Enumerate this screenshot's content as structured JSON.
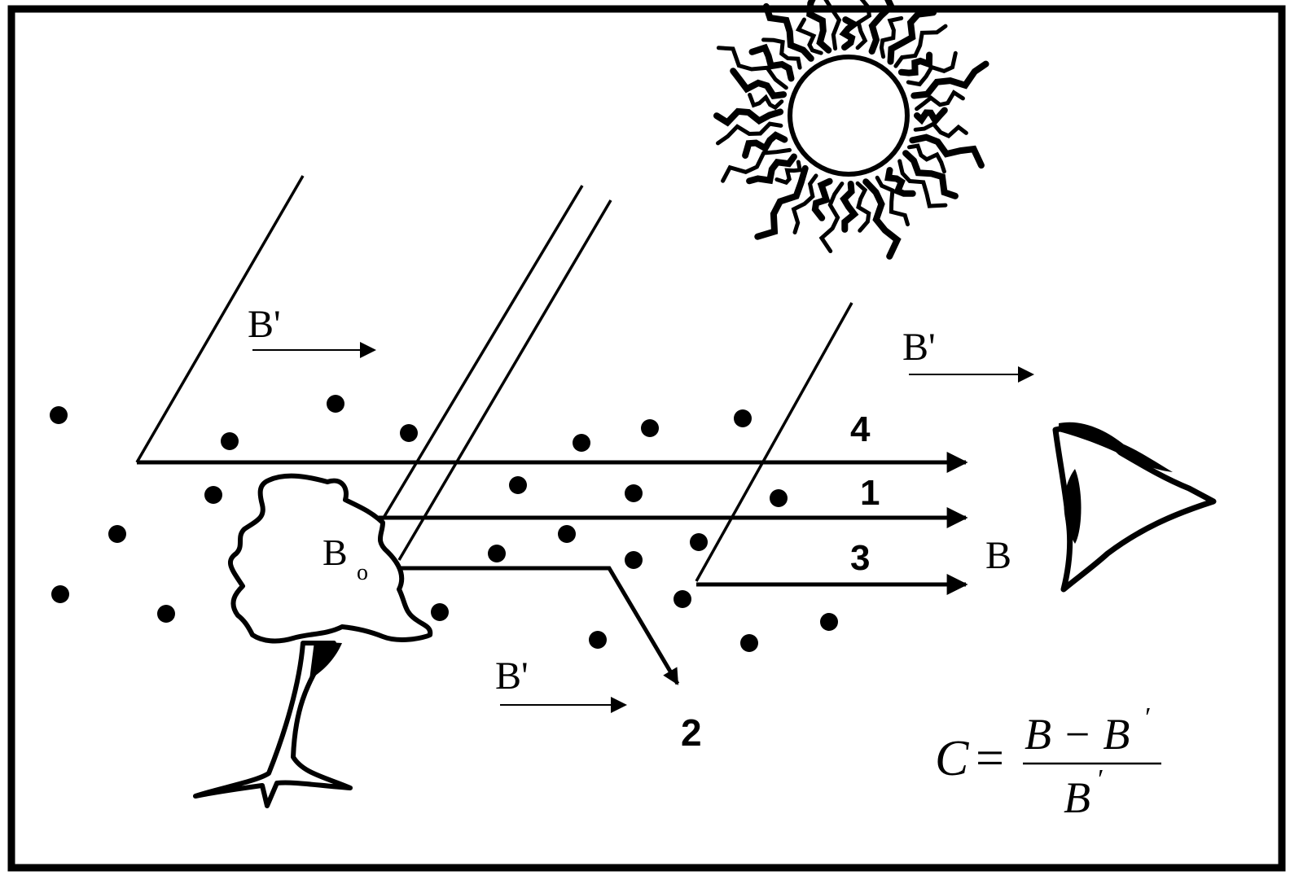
{
  "labels": {
    "b_prime_upper_left": "B'",
    "b_prime_upper_right": "B'",
    "b_prime_lower": "B'",
    "b_object": "B",
    "b_object_sub": "o",
    "b_observed": "B",
    "ray_4": "4",
    "ray_1": "1",
    "ray_3": "3",
    "ray_2": "2"
  },
  "formula": {
    "lhs": "C",
    "equals": "=",
    "numerator": "B − B",
    "numerator_prime": "′",
    "denominator": "B",
    "denominator_prime": "′"
  },
  "colors": {
    "ink": "#000000",
    "paper": "#ffffff"
  },
  "icons": [
    "sun-icon",
    "tree-icon",
    "eye-icon",
    "arrow-icon"
  ]
}
